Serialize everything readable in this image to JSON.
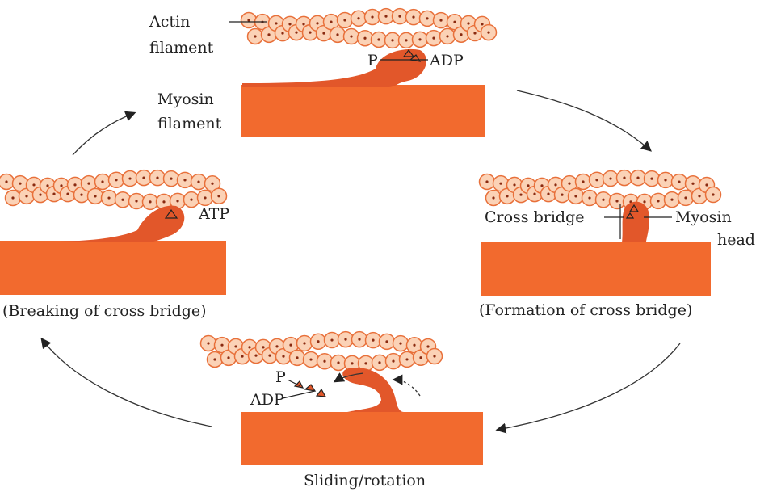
{
  "colors": {
    "myosin": "#f26a2e",
    "bead_fill": "#fbd2b6",
    "bead_stroke": "#e8703a",
    "head": "#e2572a",
    "arrow": "#333333"
  },
  "top": {
    "actin_label_1": "Actin",
    "actin_label_2": "filament",
    "p": "P",
    "adp": "ADP",
    "myosin_label_1": "Myosin",
    "myosin_label_2": "filament"
  },
  "right": {
    "cross_bridge": "Cross bridge",
    "myosin_head_1": "Myosin",
    "myosin_head_2": "head",
    "caption": "(Formation of cross bridge)"
  },
  "bottom": {
    "p": "P",
    "adp": "ADP",
    "caption": "Sliding/rotation"
  },
  "left": {
    "atp": "ATP",
    "caption": "(Breaking of cross bridge)"
  }
}
